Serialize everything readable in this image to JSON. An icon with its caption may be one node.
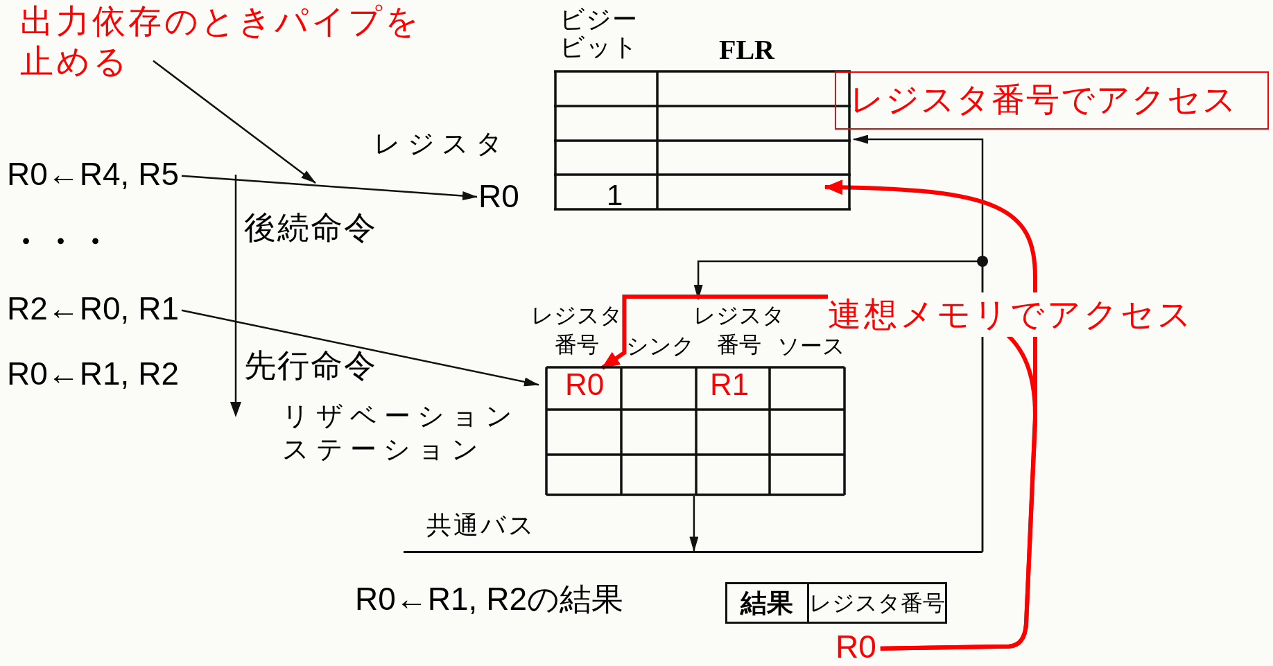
{
  "diagram": {
    "nodes": [
      {
        "text": [
          "出力依存のときパイプを止める"
        ]
      },
      {
        "text": [
          "R0←R4, R5"
        ]
      },
      {
        "text": [
          "R0"
        ]
      },
      {
        "text": [
          "R2←R0, R1"
        ]
      },
      {
        "text": [
          "ビジービット",
          "FLR",
          "1"
        ]
      },
      {
        "text": [
          "レジスタ番号でアクセス"
        ]
      },
      {
        "text": [
          "レジスタ番号",
          "シンク",
          "レジスタ番号",
          "ソース"
        ],
        "beside": [
          "リザベーションステーション"
        ]
      },
      {
        "text": [
          "R0"
        ],
        "in": 6
      },
      {
        "text": [
          "R1"
        ],
        "in": 6
      },
      {
        "text": [
          "結果",
          "レジスタ番号"
        ]
      },
      {
        "text": [
          "R0"
        ]
      },
      {
        "text": [
          "共通バス"
        ]
      }
    ],
    "edges": [
      {
        "from": 0,
        "to": null,
        "arrow": "to"
      },
      {
        "from": 1,
        "to": 2,
        "arrow": "to"
      },
      {
        "from": 3,
        "to": 6,
        "arrow": "to"
      },
      {
        "from": 6,
        "to": 11,
        "arrow": "to"
      },
      {
        "from": 11,
        "to": 4,
        "arrow": "to"
      },
      {
        "from": 11,
        "to": 6,
        "arrow": "to"
      },
      {
        "from": 10,
        "to": 4,
        "arrow": "to",
        "style": "thick",
        "color": "#ff0000"
      },
      {
        "from": 10,
        "to": 7,
        "arrow": "to",
        "style": "thick",
        "color": "#ff0000"
      }
    ],
    "labels": [
      "レジスタ",
      "後続命令",
      "・・・",
      "R0←R1, R2",
      "先行命令",
      "連想メモリでアクセス",
      "R0←R1, R2の結果"
    ]
  }
}
